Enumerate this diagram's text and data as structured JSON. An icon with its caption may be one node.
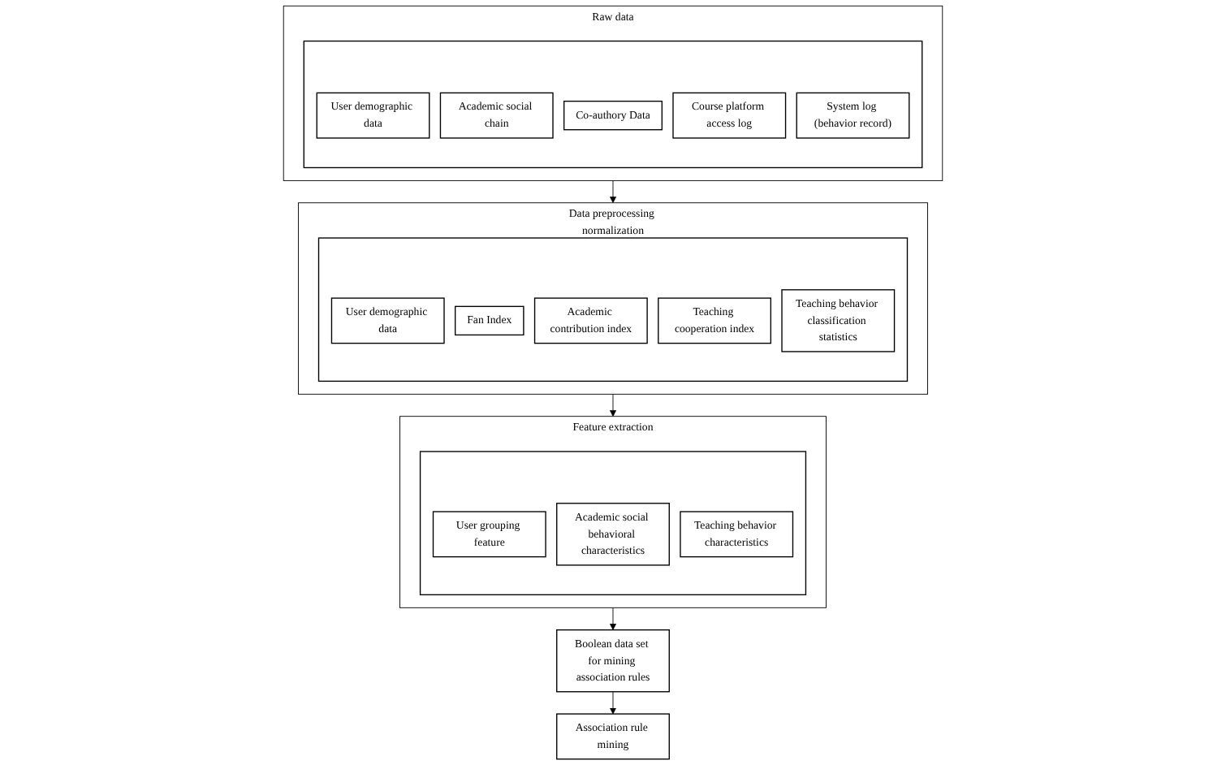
{
  "diagram": {
    "nodes": [
      {
        "text": [
          "Raw data"
        ]
      },
      {
        "text": [],
        "shape": "box",
        "in": 0
      },
      {
        "text": [
          "User demographic data"
        ],
        "in": 1
      },
      {
        "text": [
          "Academic social chain"
        ],
        "in": 1
      },
      {
        "text": [
          "Co-authory Data"
        ],
        "in": 1
      },
      {
        "text": [
          "Course platform access log"
        ],
        "in": 1
      },
      {
        "text": [
          "System log (behavior record)"
        ],
        "in": 1
      },
      {
        "text": [
          "Data preprocessing normalization"
        ]
      },
      {
        "text": [],
        "shape": "box",
        "in": 7
      },
      {
        "text": [
          "User demographic data"
        ],
        "in": 8
      },
      {
        "text": [
          "Fan Index"
        ],
        "in": 8
      },
      {
        "text": [
          "Academic contribution index"
        ],
        "in": 8
      },
      {
        "text": [
          "Teaching cooperation index"
        ],
        "in": 8
      },
      {
        "text": [
          "Teaching behavior classification statistics"
        ],
        "in": 8
      },
      {
        "text": [
          "Feature extraction"
        ]
      },
      {
        "text": [],
        "shape": "box",
        "in": 14
      },
      {
        "text": [
          "User grouping feature"
        ],
        "in": 15
      },
      {
        "text": [
          "Academic social behavioral characteristics"
        ],
        "in": 15
      },
      {
        "text": [
          "Teaching behavior characteristics"
        ],
        "in": 15
      },
      {
        "text": [
          "Boolean data set for mining association rules"
        ]
      },
      {
        "text": [
          "Association rule mining"
        ]
      }
    ],
    "edges": [
      {
        "from": 0,
        "to": 7,
        "arrow": "to"
      },
      {
        "from": 7,
        "to": 14,
        "arrow": "to"
      },
      {
        "from": 14,
        "to": 19,
        "arrow": "to"
      },
      {
        "from": 19,
        "to": 20,
        "arrow": "to"
      }
    ]
  }
}
